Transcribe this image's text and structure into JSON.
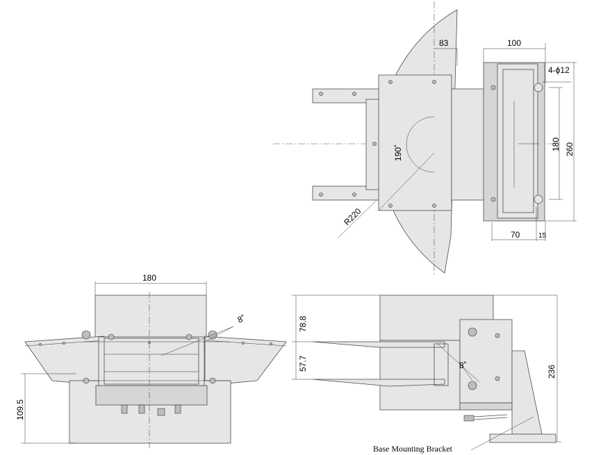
{
  "top_view": {
    "dim_83": "83",
    "dim_100": "100",
    "dim_hole": "4-ϕ12",
    "dim_180": "180",
    "dim_260": "260",
    "dim_70": "70",
    "dim_15": "15",
    "dim_angle": "190˚",
    "dim_radius": "R220"
  },
  "front_view": {
    "dim_180": "180",
    "dim_angle": "8˚",
    "dim_height": "109.5"
  },
  "side_view": {
    "dim_78_8": "78.8",
    "dim_57_7": "57.7",
    "dim_angle": "8˚",
    "dim_236": "236",
    "caption": "Base Mounting Bracket"
  }
}
